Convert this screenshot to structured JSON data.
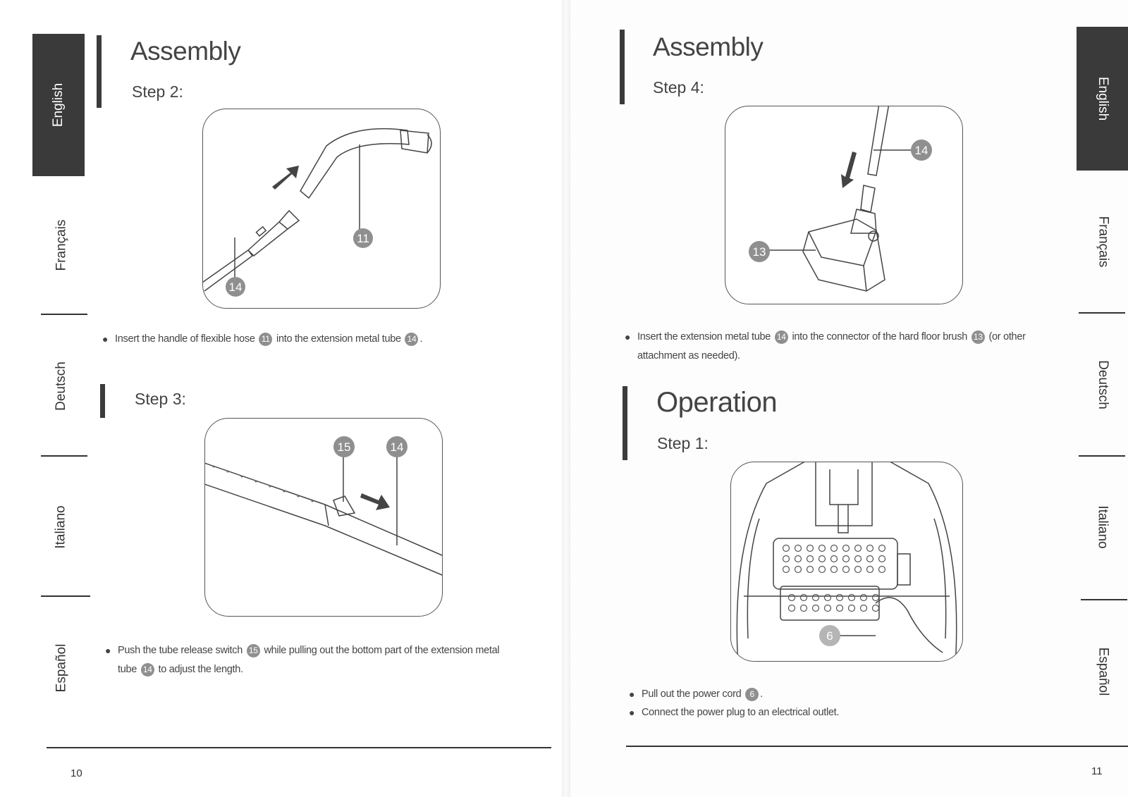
{
  "tabs": [
    "English",
    "Français",
    "Deutsch",
    "Italiano",
    "Español"
  ],
  "active_tab": "English",
  "left_page": {
    "heading": "Assembly",
    "step2": {
      "title": "Step 2:",
      "labels": [
        "11",
        "14"
      ],
      "text_a": "Insert the handle of flexible hose",
      "ref_a": "11",
      "text_b": "into the extension metal tube",
      "ref_b": "14",
      "text_c": "."
    },
    "step3": {
      "title": "Step 3:",
      "labels": [
        "15",
        "14"
      ],
      "text_a": "Push the tube release switch",
      "ref_a": "15",
      "text_b": "while pulling out the bottom part of the extension metal",
      "text_c": "tube",
      "ref_b": "14",
      "text_d": "to adjust the length."
    },
    "page_number": "10"
  },
  "right_page": {
    "heading": "Assembly",
    "step4": {
      "title": "Step 4:",
      "labels": [
        "14",
        "13"
      ],
      "text_a": "Insert the extension metal tube",
      "ref_a": "14",
      "text_b": "into the connector of the hard floor brush",
      "ref_b": "13",
      "text_c": "(or other",
      "text_d": "attachment as needed)."
    },
    "operation": {
      "heading": "Operation",
      "title": "Step 1:",
      "labels": [
        "6"
      ],
      "bullet1_a": "Pull out the power cord",
      "bullet1_ref": "6",
      "bullet1_b": ".",
      "bullet2": "Connect the power plug to an electrical outlet."
    },
    "page_number": "11"
  }
}
